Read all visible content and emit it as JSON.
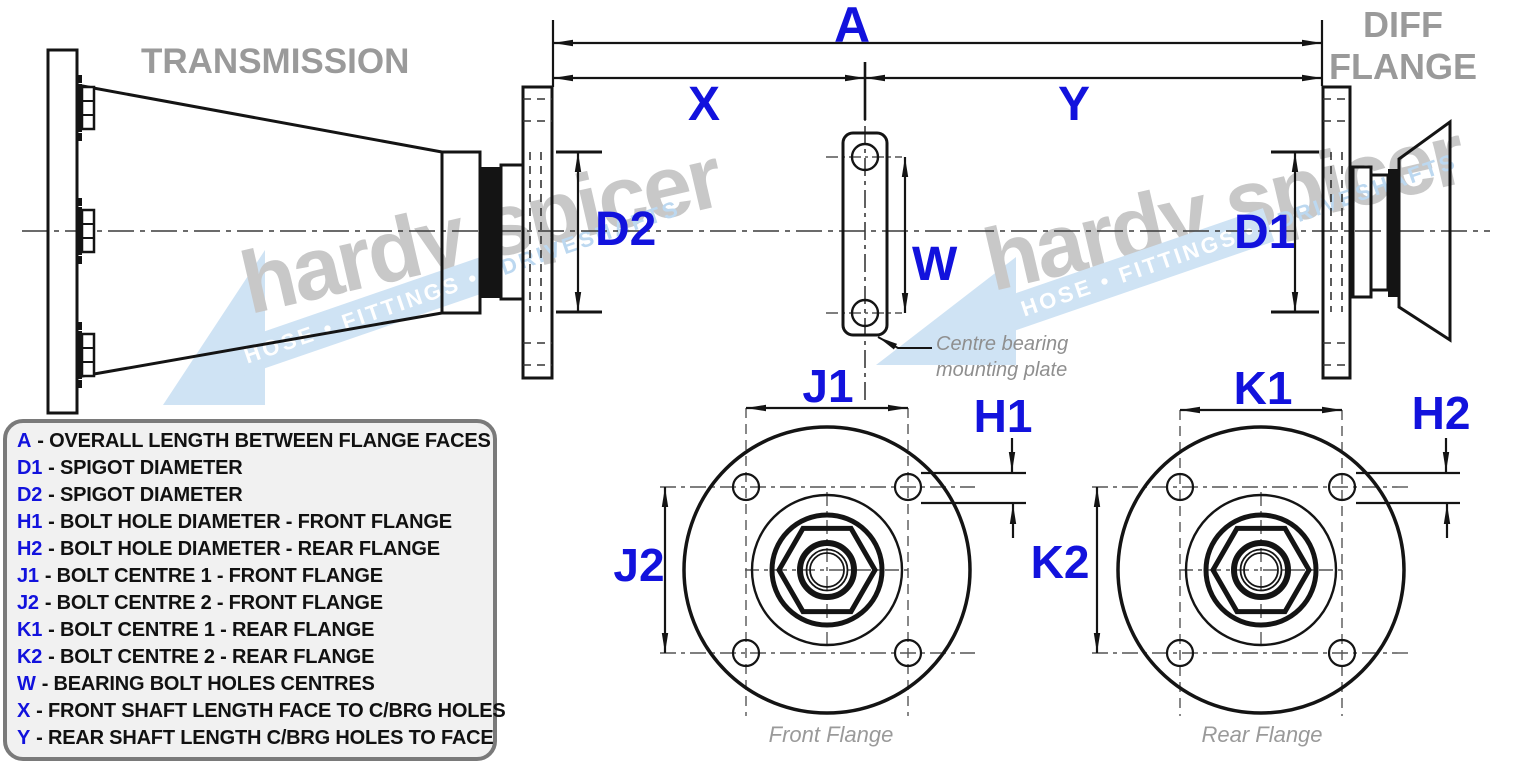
{
  "colors": {
    "accent_blue": "#1212dd",
    "drawing_black": "#141414",
    "muted_gray": "#9a9a9a",
    "watermark_gray": "#c8c8c8",
    "watermark_blue": "#cfe3f4",
    "legend_bg": "#f1f1f1",
    "legend_border": "#7a7a7a"
  },
  "labels": {
    "transmission": "TRANSMISSION",
    "diff_flange_line1": "DIFF",
    "diff_flange_line2": "FLANGE",
    "dim_a": "A",
    "dim_x": "X",
    "dim_y": "Y",
    "dim_d1": "D1",
    "dim_d2": "D2",
    "dim_w": "W",
    "dim_j1": "J1",
    "dim_j2": "J2",
    "dim_k1": "K1",
    "dim_k2": "K2",
    "dim_h1": "H1",
    "dim_h2": "H2",
    "centre_bearing_note_line1": "Centre bearing",
    "centre_bearing_note_line2": "mounting plate",
    "front_flange_caption": "Front Flange",
    "rear_flange_caption": "Rear Flange"
  },
  "legend": {
    "items": [
      {
        "code": "A",
        "desc": "- OVERALL LENGTH BETWEEN FLANGE FACES"
      },
      {
        "code": "D1",
        "desc": "- SPIGOT DIAMETER"
      },
      {
        "code": "D2",
        "desc": "- SPIGOT DIAMETER"
      },
      {
        "code": "H1",
        "desc": "- BOLT HOLE DIAMETER - FRONT FLANGE"
      },
      {
        "code": "H2",
        "desc": "- BOLT HOLE DIAMETER - REAR FLANGE"
      },
      {
        "code": "J1",
        "desc": "- BOLT CENTRE 1 - FRONT FLANGE"
      },
      {
        "code": "J2",
        "desc": "- BOLT CENTRE 2 - FRONT FLANGE"
      },
      {
        "code": "K1",
        "desc": "- BOLT CENTRE 1 - REAR FLANGE"
      },
      {
        "code": "K2",
        "desc": "- BOLT CENTRE 2 - REAR FLANGE"
      },
      {
        "code": "W",
        "desc": "- BEARING BOLT HOLES CENTRES"
      },
      {
        "code": "X",
        "desc": "- FRONT SHAFT LENGTH FACE TO C/BRG HOLES"
      },
      {
        "code": "Y",
        "desc": "- REAR SHAFT LENGTH C/BRG HOLES TO FACE"
      }
    ]
  },
  "watermark": {
    "script_text": "hardy spicer",
    "band_text_primary": "HOSE • FITTINGS •",
    "band_text_secondary": "DRIVESHAFTS"
  }
}
